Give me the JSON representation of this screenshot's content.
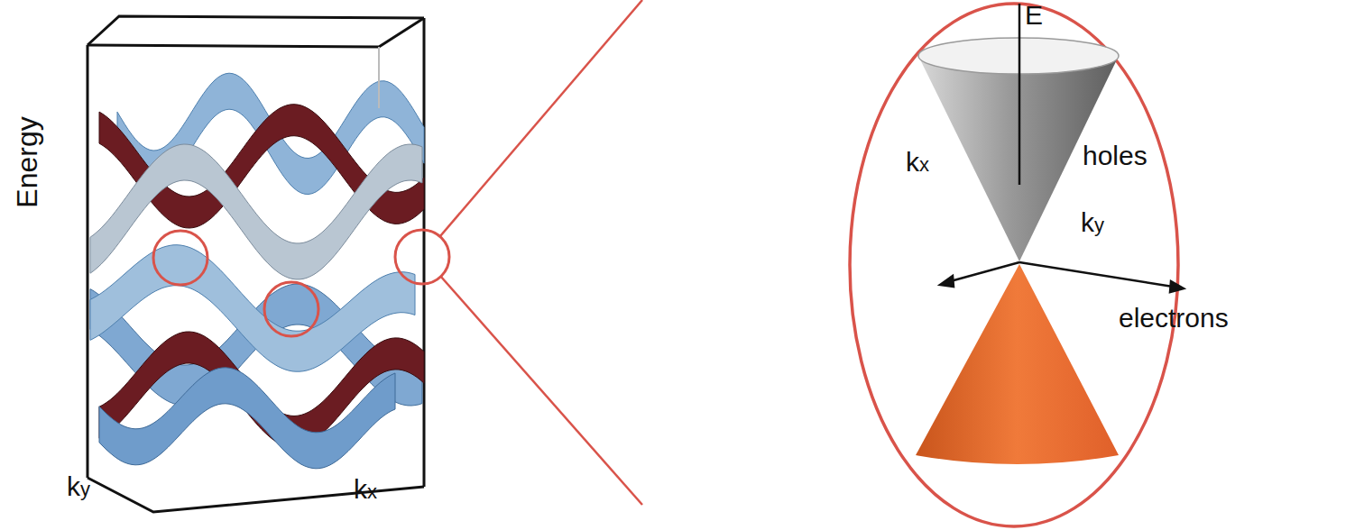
{
  "diagram": {
    "labels": [
      "Energy",
      "ky",
      "kx",
      "E",
      "kx",
      "ky",
      "holes",
      "electrons"
    ]
  }
}
